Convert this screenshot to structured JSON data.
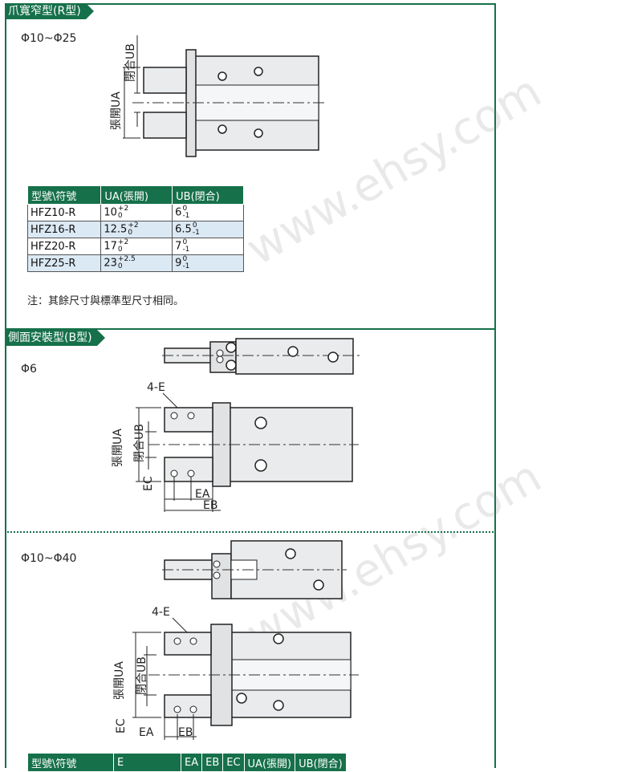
{
  "section_r": {
    "title": "爪寬窄型(R型)",
    "size_range": "Φ10~Φ25",
    "dim_ua": "張開UA",
    "dim_ub": "閉合UB",
    "table": {
      "headers": [
        "型號\\符號",
        "UA(張開)",
        "UB(閉合)"
      ],
      "rows": [
        {
          "model": "HFZ10-R",
          "ua": "10",
          "ua_tol_up": "+2",
          "ua_tol_lo": "0",
          "ub": "6",
          "ub_tol_up": "0",
          "ub_tol_lo": "-1"
        },
        {
          "model": "HFZ16-R",
          "ua": "12.5",
          "ua_tol_up": "+2",
          "ua_tol_lo": "0",
          "ub": "6.5",
          "ub_tol_up": "0",
          "ub_tol_lo": "-1"
        },
        {
          "model": "HFZ20-R",
          "ua": "17",
          "ua_tol_up": "+2",
          "ua_tol_lo": "0",
          "ub": "7",
          "ub_tol_up": "0",
          "ub_tol_lo": "-1"
        },
        {
          "model": "HFZ25-R",
          "ua": "23",
          "ua_tol_up": "+2.5",
          "ua_tol_lo": "0",
          "ub": "9",
          "ub_tol_up": "0",
          "ub_tol_lo": "-1"
        }
      ]
    },
    "note": "注：其餘尺寸與標準型尺寸相同。"
  },
  "section_b": {
    "title": "側面安裝型(B型)",
    "size_small": "Φ6",
    "size_large": "Φ10~Φ40",
    "label_4e": "4-E",
    "label_ua": "張開UA",
    "label_ub": "閉合UB",
    "label_ec": "EC",
    "label_ea": "EA",
    "label_eb": "EB",
    "table_headers": [
      "型號\\符號",
      "E",
      "EA",
      "EB",
      "EC",
      "UA(張開)",
      "UB(閉合)"
    ]
  },
  "watermark": "www.ehsy.com",
  "colors": {
    "accent": "#16704a",
    "row_alt": "#dbe9f4"
  }
}
